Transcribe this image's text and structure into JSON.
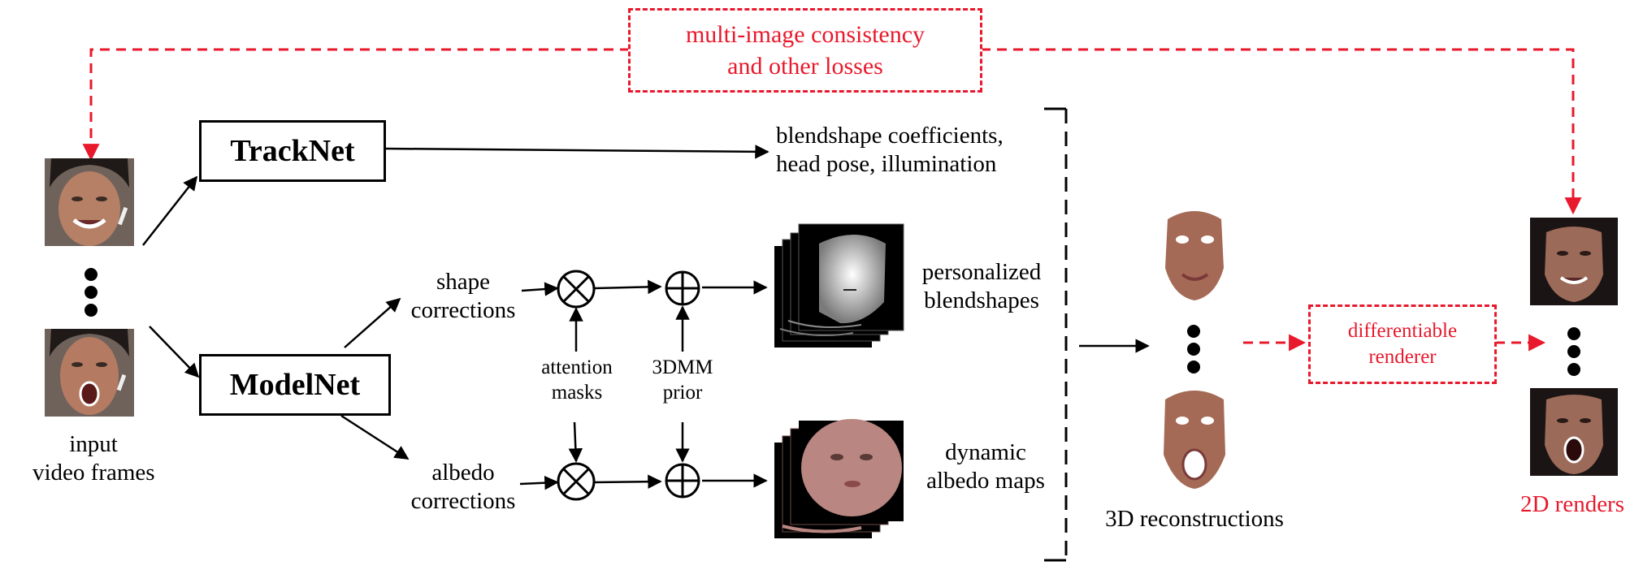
{
  "loss_box": {
    "line1": "multi-image consistency",
    "line2": "and other losses"
  },
  "tracknet": {
    "label": "TrackNet"
  },
  "modelnet": {
    "label": "ModelNet"
  },
  "input": {
    "line1": "input",
    "line2": "video frames"
  },
  "track_output": {
    "line1": "blendshape coefficients,",
    "line2": "head pose, illumination"
  },
  "shape_corrections": {
    "line1": "shape",
    "line2": "corrections"
  },
  "albedo_corrections": {
    "line1": "albedo",
    "line2": "corrections"
  },
  "attention_masks": {
    "line1": "attention",
    "line2": "masks"
  },
  "prior": {
    "line1": "3DMM",
    "line2": "prior"
  },
  "personalized": {
    "line1": "personalized",
    "line2": "blendshapes"
  },
  "dynamic_albedo": {
    "line1": "dynamic",
    "line2": "albedo maps"
  },
  "recon": {
    "label": "3D reconstructions"
  },
  "renderer": {
    "line1": "differentiable",
    "line2": "renderer"
  },
  "renders": {
    "label": "2D renders"
  },
  "colors": {
    "loss_red": "#e8192c",
    "ink": "#000000",
    "skin": "#a8705a",
    "background": "#1a1414"
  }
}
